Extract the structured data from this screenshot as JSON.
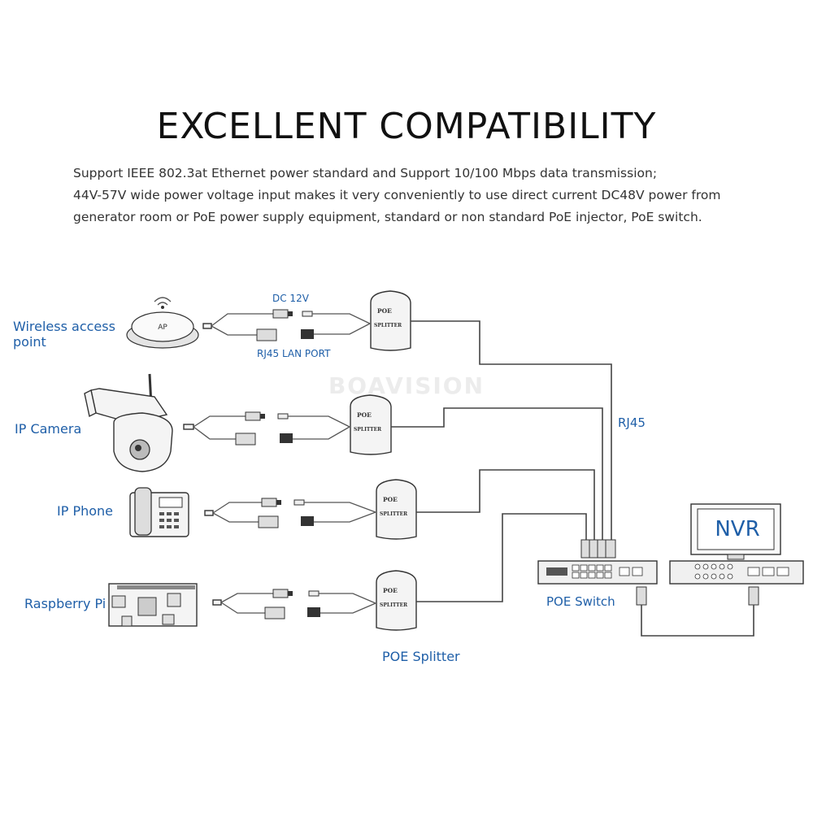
{
  "title": "EXCELLENT COMPATIBILITY",
  "description": [
    "Support IEEE 802.3at Ethernet power standard and  Support 10/100 Mbps data transmission;",
    "44V-57V wide power voltage input makes it very conveniently to use direct current DC48V power from",
    "generator room or PoE power supply equipment, standard or non standard PoE injector, PoE switch."
  ],
  "devices": {
    "wireless_ap": [
      "Wireless access",
      "point"
    ],
    "ap_badge": "AP",
    "ip_camera": "IP Camera",
    "ip_phone": "IP Phone",
    "raspberry_pi": "Raspberry Pi"
  },
  "connectors": {
    "dc": "DC 12V",
    "rj45_lan": "RJ45 LAN PORT",
    "rj45": "RJ45"
  },
  "splitter_text": [
    "POE",
    "SPLITTER"
  ],
  "poe_switch": "POE Switch",
  "poe_splitter": "POE Splitter",
  "nvr": "NVR",
  "watermark": "BOAVISION"
}
